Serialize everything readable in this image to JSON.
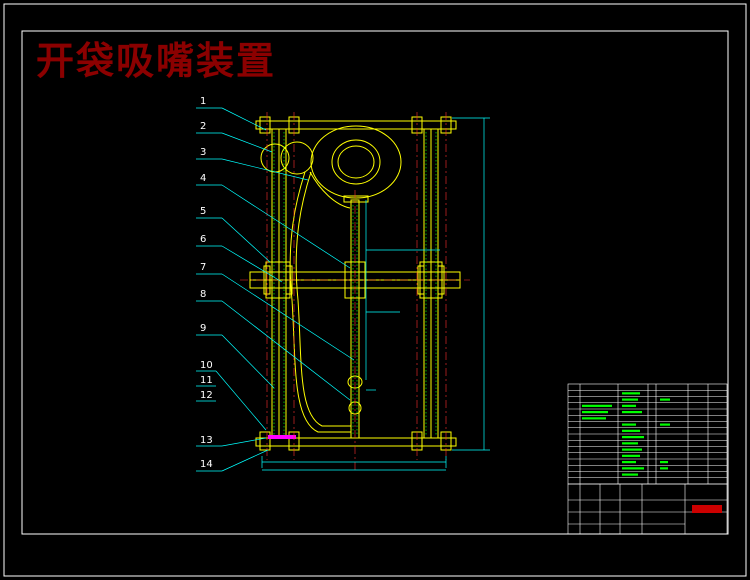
{
  "drawing": {
    "title": "开袋吸嘴装置",
    "part_callouts": [
      "1",
      "2",
      "3",
      "4",
      "5",
      "6",
      "7",
      "8",
      "9",
      "10",
      "11",
      "12",
      "13",
      "14"
    ]
  },
  "colors": {
    "background": "#000000",
    "frame": "#ffffff",
    "part_outline": "#ffff00",
    "leader": "#00ffff",
    "center_line": "#ff0000",
    "title_text": "#8b0000",
    "table_text": "#00ff00"
  }
}
